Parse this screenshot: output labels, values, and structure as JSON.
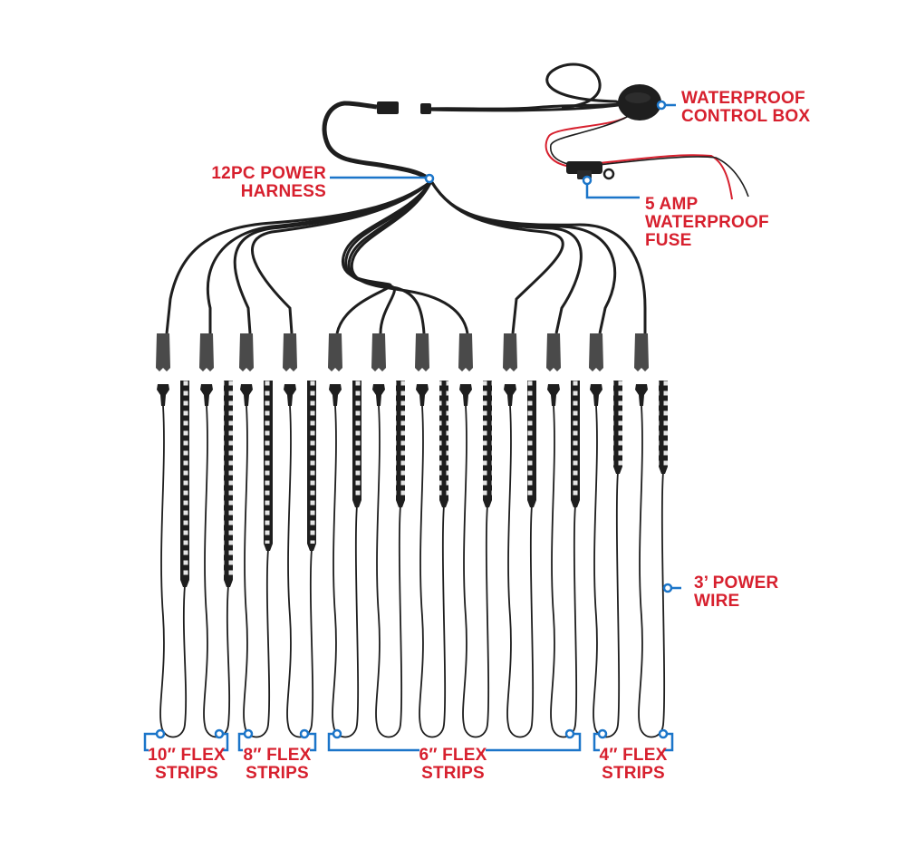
{
  "colors": {
    "label": "#d7202e",
    "callout": "#1b75c9",
    "cable": "#1e1e1e",
    "connector": "#4a4a4a",
    "red_wire": "#d7202e",
    "led": "#e8e8e8",
    "background": "#ffffff"
  },
  "labels": {
    "control_box": {
      "line1": "WATERPROOF",
      "line2": "CONTROL BOX"
    },
    "fuse": {
      "line1": "5 AMP",
      "line2": "WATERPROOF",
      "line3": "FUSE"
    },
    "harness": {
      "line1": "12PC POWER",
      "line2": "HARNESS"
    },
    "power_wire": {
      "line1": "3’ POWER",
      "line2": "WIRE"
    },
    "flex_10": {
      "line1": "10″ FLEX",
      "line2": "STRIPS"
    },
    "flex_8": {
      "line1": "8″ FLEX",
      "line2": "STRIPS"
    },
    "flex_6": {
      "line1": "6″ FLEX",
      "line2": "STRIPS"
    },
    "flex_4": {
      "line1": "4″ FLEX",
      "line2": "STRIPS"
    }
  },
  "components": {
    "harness_count": 12,
    "strip_groups": [
      {
        "size": "10\"",
        "count": 2
      },
      {
        "size": "8\"",
        "count": 2
      },
      {
        "size": "6\"",
        "count": 6
      },
      {
        "size": "4\"",
        "count": 2
      }
    ],
    "fuse_rating": "5 AMP",
    "power_wire_length": "3'"
  }
}
